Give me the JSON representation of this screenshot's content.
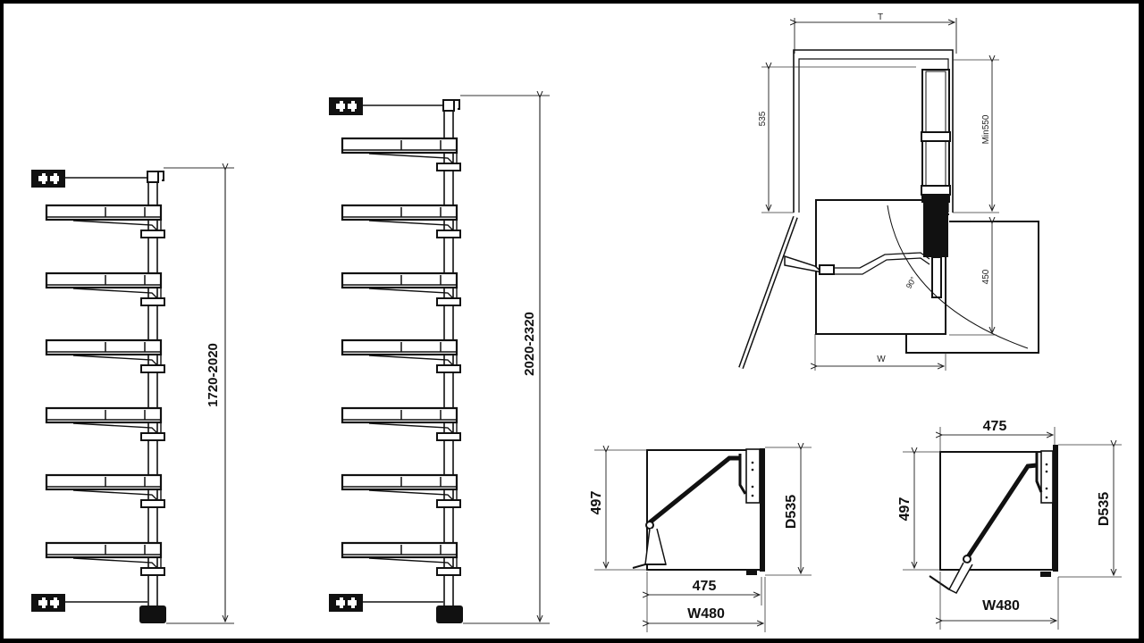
{
  "diagram": {
    "tower_left": {
      "height_label": "1720-2020",
      "shelf_count": 6
    },
    "tower_right": {
      "height_label": "2020-2320",
      "shelf_count": 7
    },
    "corner_plan": {
      "width_top_label": "T",
      "depth_left_label": "535",
      "depth_right_label": "Min550",
      "opening_label": "450",
      "angle_label": "90°",
      "width_bottom_label": "W"
    },
    "section_left": {
      "height_label": "497",
      "depth_label": "D535",
      "inner_width_label": "475",
      "outer_width_label": "W480"
    },
    "section_right": {
      "height_label": "497",
      "depth_label": "D535",
      "inner_width_label": "475",
      "outer_width_label": "W480"
    }
  },
  "colors": {
    "line": "#111111",
    "dim_line": "#333333",
    "background": "#ffffff"
  }
}
